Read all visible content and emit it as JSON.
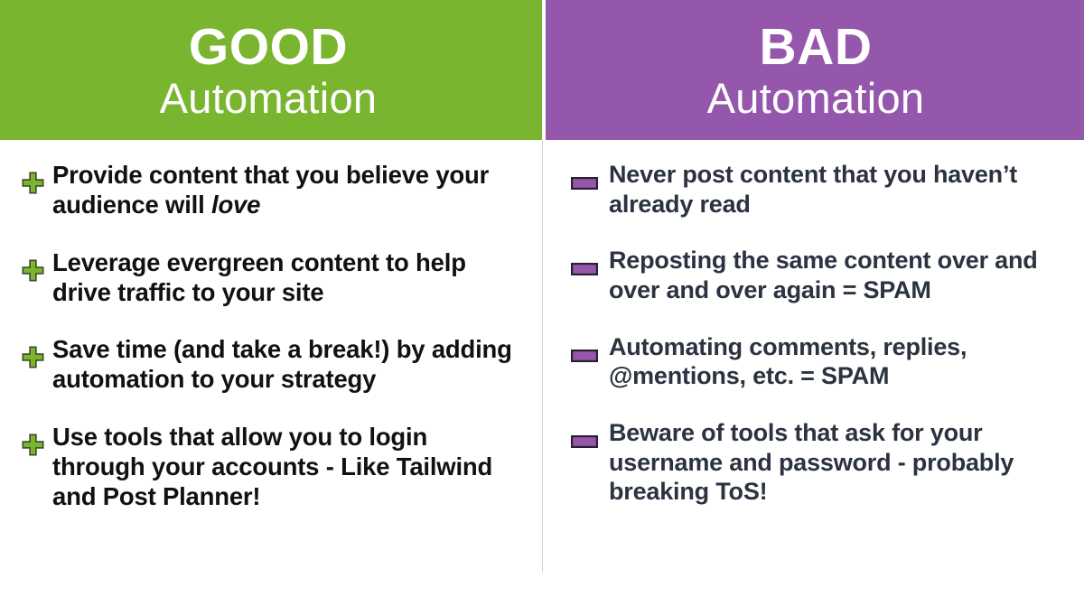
{
  "columns": {
    "good": {
      "title": "GOOD",
      "subtitle": "Automation",
      "header_bg": "#7ab52f",
      "header_text_color": "#ffffff",
      "bullet_icon": "plus-icon",
      "bullet_color": "#7ab52f",
      "text_color": "#111111",
      "items": [
        {
          "text_before": "Provide content that you believe your audience will ",
          "emphasis": "love",
          "text_after": ""
        },
        {
          "text_before": "Leverage evergreen content to help drive traffic to your site",
          "emphasis": "",
          "text_after": ""
        },
        {
          "text_before": "Save time (and take a break!) by adding automation to your strategy",
          "emphasis": "",
          "text_after": ""
        },
        {
          "text_before": "Use tools that allow you to login through your accounts - Like Tailwind and Post Planner!",
          "emphasis": "",
          "text_after": ""
        }
      ]
    },
    "bad": {
      "title": "BAD",
      "subtitle": "Automation",
      "header_bg": "#9457ac",
      "header_text_color": "#ffffff",
      "bullet_icon": "minus-icon",
      "bullet_color": "#9457ac",
      "text_color": "#2b3240",
      "items": [
        {
          "text_before": "Never post content that you haven’t already read",
          "emphasis": "",
          "text_after": ""
        },
        {
          "text_before": "Reposting the same content over and over and over again = SPAM",
          "emphasis": "",
          "text_after": ""
        },
        {
          "text_before": "Automating comments, replies, @mentions, etc. = SPAM",
          "emphasis": "",
          "text_after": ""
        },
        {
          "text_before": "Beware of tools that ask for your username and password - probably breaking ToS!",
          "emphasis": "",
          "text_after": ""
        }
      ]
    }
  },
  "background_color": "#ffffff",
  "divider_color": "#d2d2d2"
}
